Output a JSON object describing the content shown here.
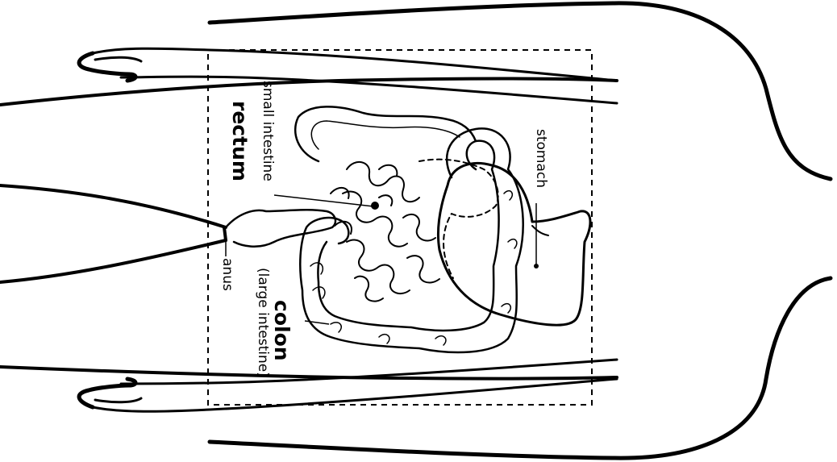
{
  "labels": {
    "small_intestine": "small intestine",
    "rectum": "rectum",
    "stomach": "stomach",
    "anus": "anus",
    "colon": "colon",
    "large_intestine": "(large intestine)"
  }
}
